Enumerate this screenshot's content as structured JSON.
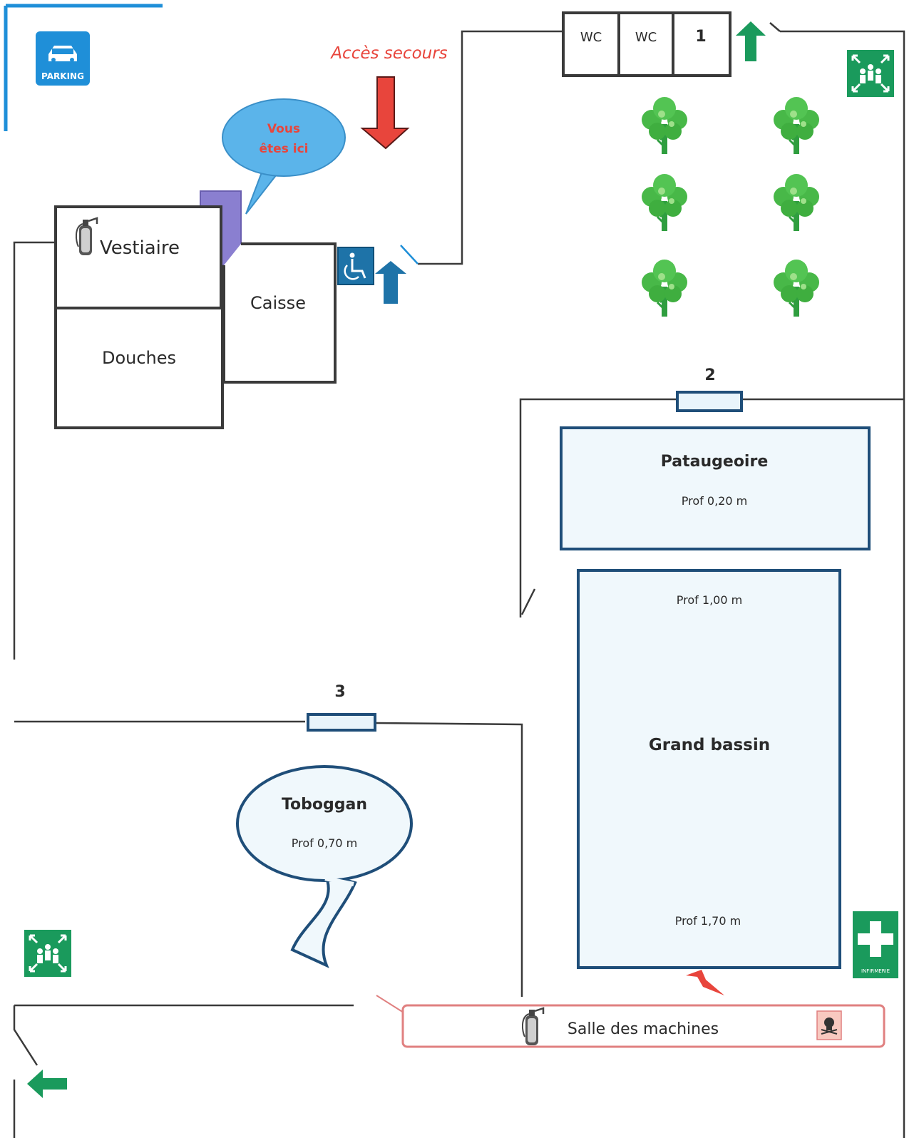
{
  "parking": {
    "label": "PARKING"
  },
  "emergency_access": {
    "label": "Accès secours"
  },
  "you_are_here": {
    "line1": "Vous",
    "line2": "êtes ici"
  },
  "rooms": {
    "vestiaire": "Vestiaire",
    "douches": "Douches",
    "caisse": "Caisse",
    "wc1": "WC",
    "wc2": "WC",
    "machines": "Salle des machines"
  },
  "exits": {
    "exit1": "1",
    "exit2": "2",
    "exit3": "3"
  },
  "pools": {
    "pataugeoire": {
      "name": "Pataugeoire",
      "depth": "Prof 0,20 m"
    },
    "grand_bassin": {
      "name": "Grand bassin",
      "depth_shallow": "Prof  1,00 m",
      "depth_deep": "Prof 1,70 m"
    },
    "toboggan": {
      "name": "Toboggan",
      "depth": "Prof 0,70 m"
    }
  },
  "first_aid": {
    "label": "INFIRMERIE"
  },
  "colors": {
    "wall": "#3a3a3a",
    "pool_border": "#1f4e79",
    "pool_fill": "#f0f8fc",
    "emergency_green": "#1a9a5c",
    "emergency_red": "#e8453c",
    "blue_accent": "#1f8fd8",
    "wheelchair_blue": "#1e73a8",
    "you_are_here_bubble": "#5bb4ea",
    "kiosk_purple": "#8a7fd0",
    "machines_border": "#e08080"
  },
  "icons": {
    "parking": "car-icon",
    "fire_extinguisher": "fire-extinguisher-icon",
    "assembly_point": "assembly-point-icon",
    "wheelchair": "wheelchair-icon",
    "first_aid": "first-aid-cross-icon",
    "danger": "skull-danger-icon",
    "electric": "lightning-icon",
    "tree": "tree-icon"
  }
}
